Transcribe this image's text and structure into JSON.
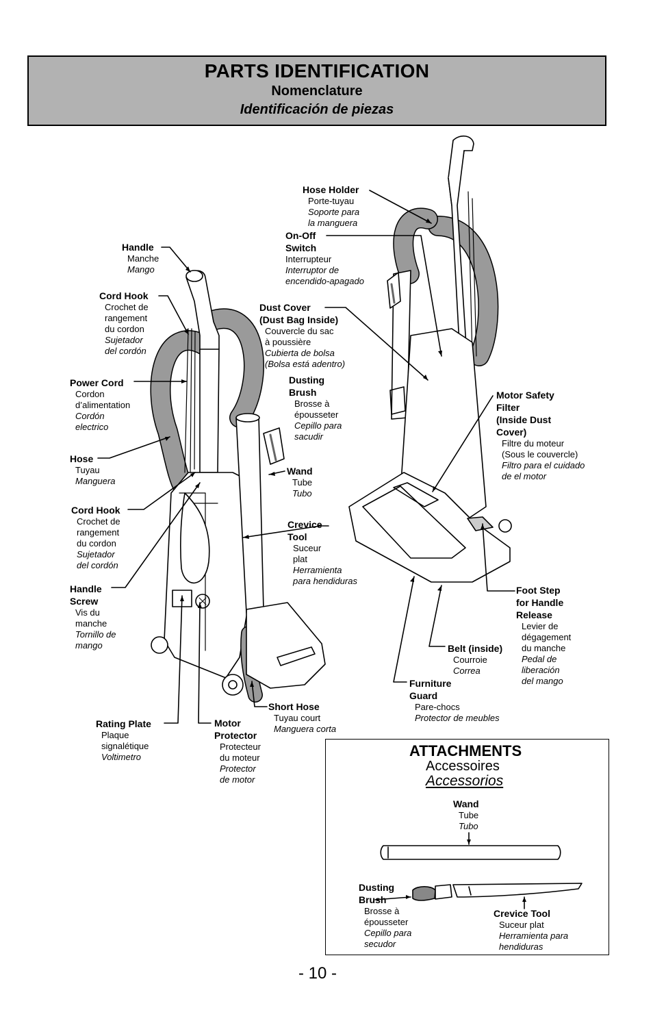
{
  "header": {
    "title": "PARTS IDENTIFICATION",
    "subtitle_fr": "Nomenclature",
    "subtitle_es": "Identificación de piezas"
  },
  "labels": {
    "hose_holder": {
      "en": "Hose Holder",
      "fr": "Porte-tuyau",
      "es1": "Soporte para",
      "es2": "la manguera"
    },
    "on_off": {
      "en1": "On-Off",
      "en2": "Switch",
      "fr": "Interrupteur",
      "es1": "Interruptor de",
      "es2": "encendido-apagado"
    },
    "handle": {
      "en": "Handle",
      "fr": "Manche",
      "es": "Mango"
    },
    "cord_hook_top": {
      "en": "Cord Hook",
      "fr1": "Crochet de",
      "fr2": "rangement",
      "fr3": "du cordon",
      "es1": "Sujetador",
      "es2": "del cordón"
    },
    "dust_cover": {
      "en1": "Dust Cover",
      "en2": "(Dust Bag Inside)",
      "fr1": "Couvercle du sac",
      "fr2": "à poussière",
      "es1": "Cubierta de bolsa",
      "es2": "(Bolsa está adentro)"
    },
    "power_cord": {
      "en": "Power Cord",
      "fr1": "Cordon",
      "fr2": "d’alimentation",
      "es1": "Cordón",
      "es2": "electrico"
    },
    "dusting_brush": {
      "en1": "Dusting",
      "en2": "Brush",
      "fr1": "Brosse à",
      "fr2": "épousseter",
      "es1": "Cepillo para",
      "es2": "sacudir"
    },
    "motor_safety_filter": {
      "en1": "Motor Safety",
      "en2": "Filter",
      "en3": "(Inside Dust",
      "en4": "Cover)",
      "fr1": "Filtre du moteur",
      "fr2": "(Sous le couvercle)",
      "es1": "Filtro para el cuidado",
      "es2": "de el motor"
    },
    "hose": {
      "en": "Hose",
      "fr": "Tuyau",
      "es": "Manguera"
    },
    "wand": {
      "en": "Wand",
      "fr": "Tube",
      "es": "Tubo"
    },
    "cord_hook_bottom": {
      "en": "Cord Hook",
      "fr1": "Crochet de",
      "fr2": "rangement",
      "fr3": "du cordon",
      "es1": "Sujetador",
      "es2": "del cordón"
    },
    "crevice_tool": {
      "en1": "Crevice",
      "en2": "Tool",
      "fr1": "Suceur",
      "fr2": "plat",
      "es1": "Herramienta",
      "es2": "para hendiduras"
    },
    "handle_screw": {
      "en1": "Handle",
      "en2": "Screw",
      "fr1": "Vis du",
      "fr2": "manche",
      "es1": "Tornillo de",
      "es2": "mango"
    },
    "foot_step": {
      "en1": "Foot Step",
      "en2": "for Handle",
      "en3": "Release",
      "fr1": "Levier de",
      "fr2": "dégagement",
      "fr3": "du manche",
      "es1": "Pedal de",
      "es2": "liberación",
      "es3": "del mango"
    },
    "belt": {
      "en": "Belt (inside)",
      "fr": "Courroie",
      "es": "Correa"
    },
    "furniture_guard": {
      "en1": "Furniture",
      "en2": "Guard",
      "fr": "Pare-chocs",
      "es": "Protector de meubles"
    },
    "short_hose": {
      "en": "Short Hose",
      "fr": "Tuyau court",
      "es": "Manguera corta"
    },
    "rating_plate": {
      "en": "Rating Plate",
      "fr1": "Plaque",
      "fr2": "signalétique",
      "es": "Voltimetro"
    },
    "motor_protector": {
      "en1": "Motor",
      "en2": "Protector",
      "fr1": "Protecteur",
      "fr2": "du moteur",
      "es1": "Protector",
      "es2": "de motor"
    }
  },
  "attachments": {
    "title": "ATTACHMENTS",
    "fr": "Accessoires",
    "es": "Accessorios",
    "wand": {
      "en": "Wand",
      "fr": "Tube",
      "es": "Tubo"
    },
    "dusting_brush": {
      "en1": "Dusting",
      "en2": "Brush",
      "fr1": "Brosse à",
      "fr2": "épousseter",
      "es1": "Cepillo para",
      "es2": "secudor"
    },
    "crevice_tool": {
      "en": "Crevice Tool",
      "fr": "Suceur plat",
      "es1": "Herramienta para",
      "es2": "hendiduras"
    }
  },
  "page_number": "- 10 -",
  "colors": {
    "header_bg": "#b2b2b2",
    "hose_gray": "#9a9a9a",
    "line": "#000000"
  }
}
